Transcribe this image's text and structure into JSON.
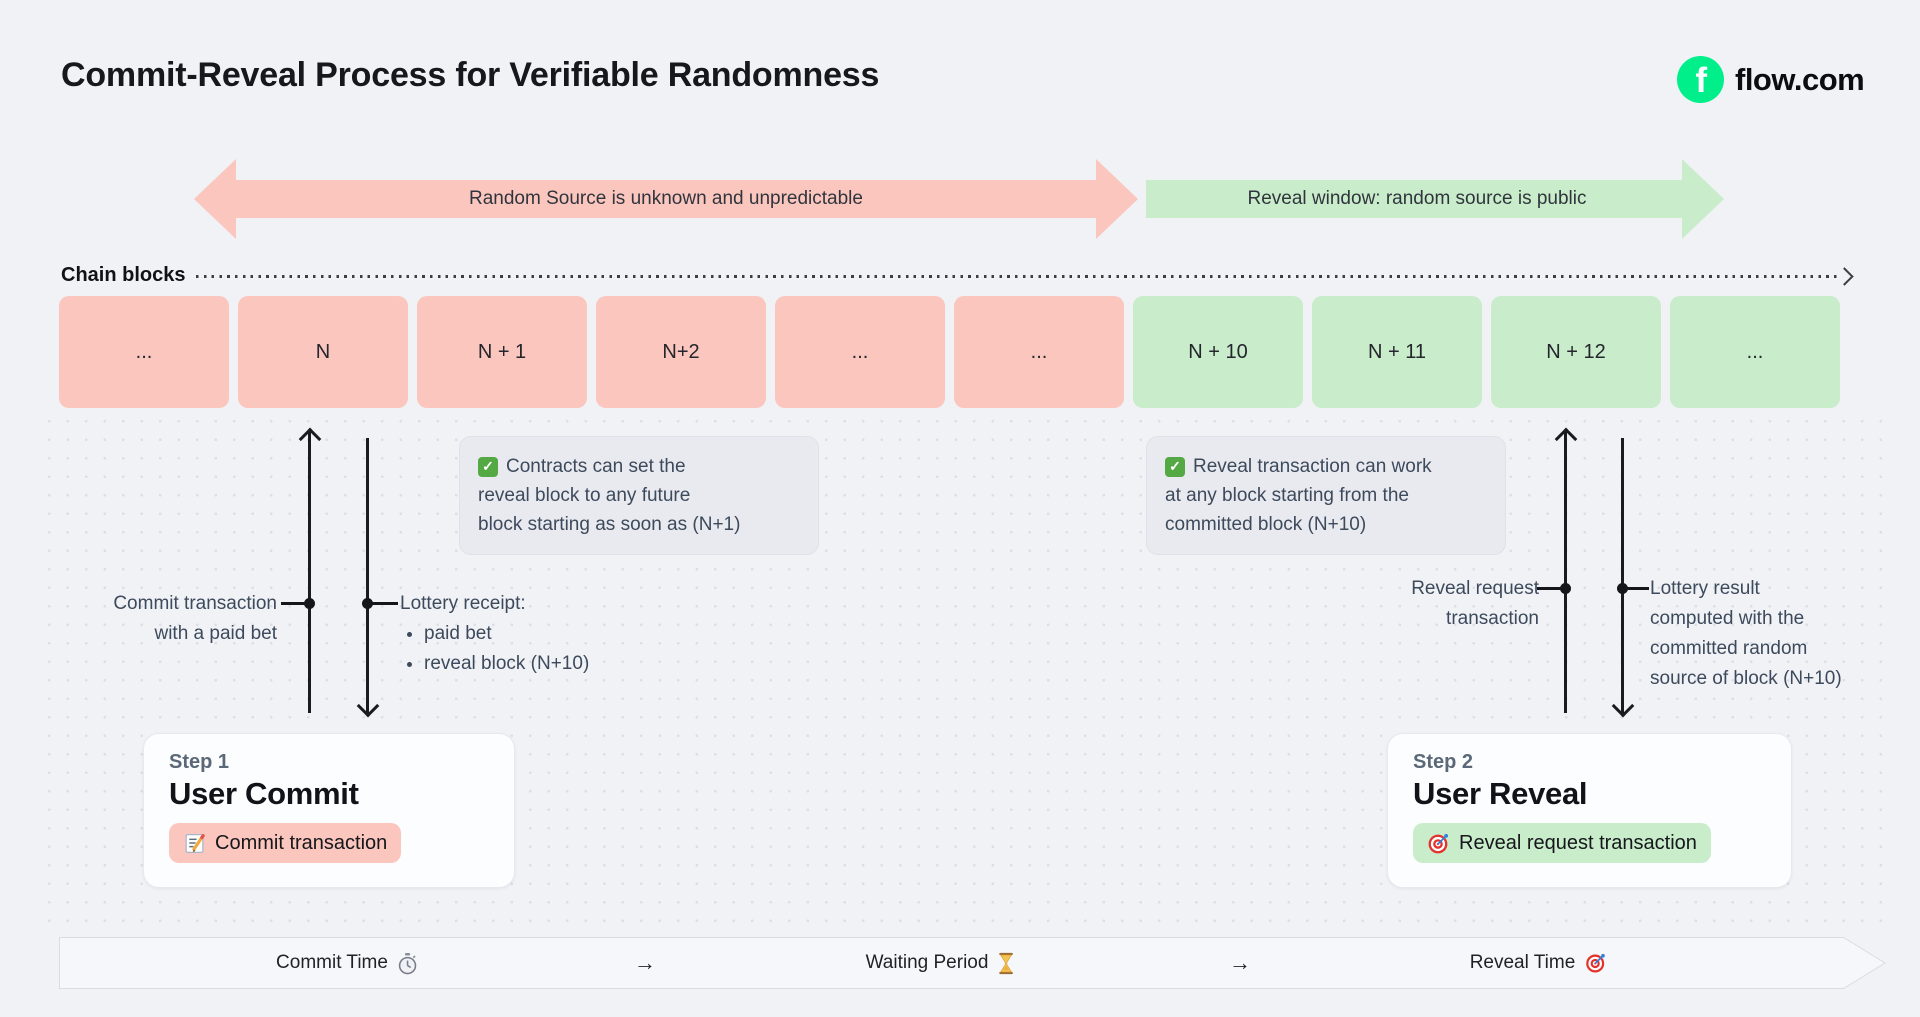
{
  "title": "Commit-Reveal Process for Verifiable Randomness",
  "brand": {
    "name": "flow.com",
    "logo_icon": "flow-logo-icon",
    "logo_color": "#00EF8B"
  },
  "phases": {
    "commit": {
      "label": "Random Source is unknown and unpredictable",
      "color": "#FBC6BE"
    },
    "reveal": {
      "label": "Reveal window: random source is public",
      "color": "#C9ECCB"
    }
  },
  "chain": {
    "label": "Chain blocks",
    "blocks": [
      {
        "label": "...",
        "phase": "commit"
      },
      {
        "label": "N",
        "phase": "commit"
      },
      {
        "label": "N + 1",
        "phase": "commit"
      },
      {
        "label": "N+2",
        "phase": "commit"
      },
      {
        "label": "...",
        "phase": "commit"
      },
      {
        "label": "...",
        "phase": "commit"
      },
      {
        "label": "N + 10",
        "phase": "reveal"
      },
      {
        "label": "N + 11",
        "phase": "reveal"
      },
      {
        "label": "N + 12",
        "phase": "reveal"
      },
      {
        "label": "...",
        "phase": "reveal"
      }
    ]
  },
  "notes": [
    {
      "icon": "check-icon",
      "lines": [
        "Contracts can set the",
        "reveal block to any future",
        "block starting as soon as (N+1)"
      ]
    },
    {
      "icon": "check-icon",
      "lines": [
        "Reveal transaction can work",
        "at any block starting from the",
        "committed block (N+10)"
      ]
    }
  ],
  "annotations": {
    "commit_up": {
      "lines": [
        "Commit transaction",
        "with a paid bet"
      ]
    },
    "lottery_receipt": {
      "title": "Lottery receipt:",
      "bullets": [
        "paid bet",
        "reveal block (N+10)"
      ]
    },
    "reveal_up": {
      "lines": [
        "Reveal request",
        "transaction"
      ]
    },
    "lottery_result": {
      "lines": [
        "Lottery result",
        "computed with the",
        "committed random",
        "source of block (N+10)"
      ]
    }
  },
  "steps": [
    {
      "eyebrow": "Step 1",
      "title": "User Commit",
      "button_label": "Commit transaction",
      "button_icon": "memo-icon",
      "button_color": "#FBC6BE"
    },
    {
      "eyebrow": "Step 2",
      "title": "User Reveal",
      "button_label": "Reveal request transaction",
      "button_icon": "target-icon",
      "button_color": "#C9ECCB"
    }
  ],
  "timeline": {
    "items": [
      {
        "label": "Commit Time",
        "icon": "stopwatch-icon"
      },
      {
        "label": "Waiting Period",
        "icon": "hourglass-icon"
      },
      {
        "label": "Reveal Time",
        "icon": "target-icon"
      }
    ],
    "arrow_glyph": "→"
  }
}
